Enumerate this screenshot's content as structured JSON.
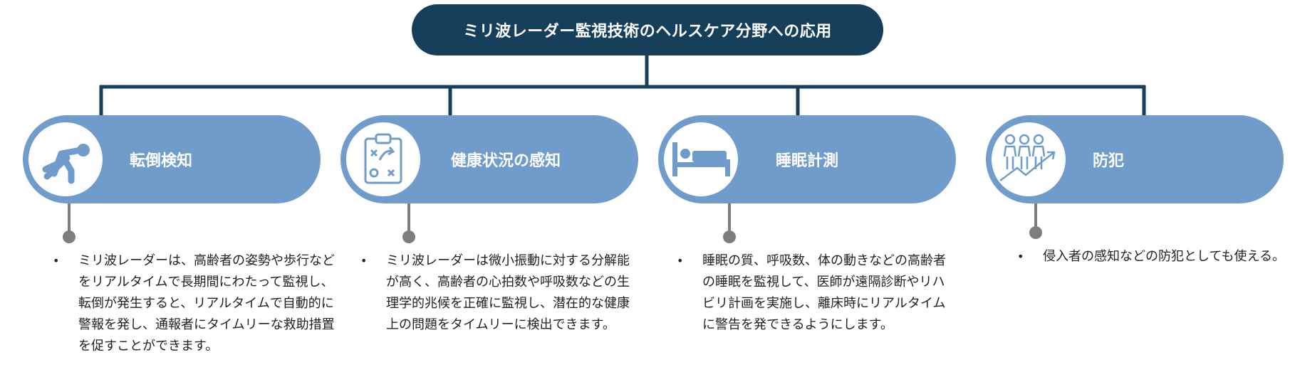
{
  "title": "ミリ波レーダー監視技術のヘルスケア分野への応用",
  "colors": {
    "title_bg": "#153f5a",
    "connector": "#153f5a",
    "card_bg": "#6f9cca",
    "stem": "#7d7d7d",
    "text": "#222222"
  },
  "applications": [
    {
      "title": "転倒検知",
      "icon": "fallen-person-icon",
      "description": "ミリ波レーダーは、高齢者の姿勢や歩行などをリアルタイムで長期間にわたって監視し、転倒が発生すると、リアルタイムで自動的に警報を発し、通報者にタイムリーな救助措置を促すことができます。"
    },
    {
      "title": "健康状況の感知",
      "icon": "clipboard-icon",
      "description": "ミリ波レーダーは微小振動に対する分解能が高く、高齢者の心拍数や呼吸数などの生理学的兆候を正確に監視し、潜在的な健康上の問題をタイムリーに検出できます。"
    },
    {
      "title": "睡眠計測",
      "icon": "bed-icon",
      "description": "睡眠の質、呼吸数、体の動きなどの高齢者の睡眠を監視して、医師が遠隔診断やリハビリ計画を実施し、離床時にリアルタイムに警告を発できるようにします。"
    },
    {
      "title": "防犯",
      "icon": "people-trend-icon",
      "description": "侵入者の感知などの防犯としても使える。"
    }
  ]
}
